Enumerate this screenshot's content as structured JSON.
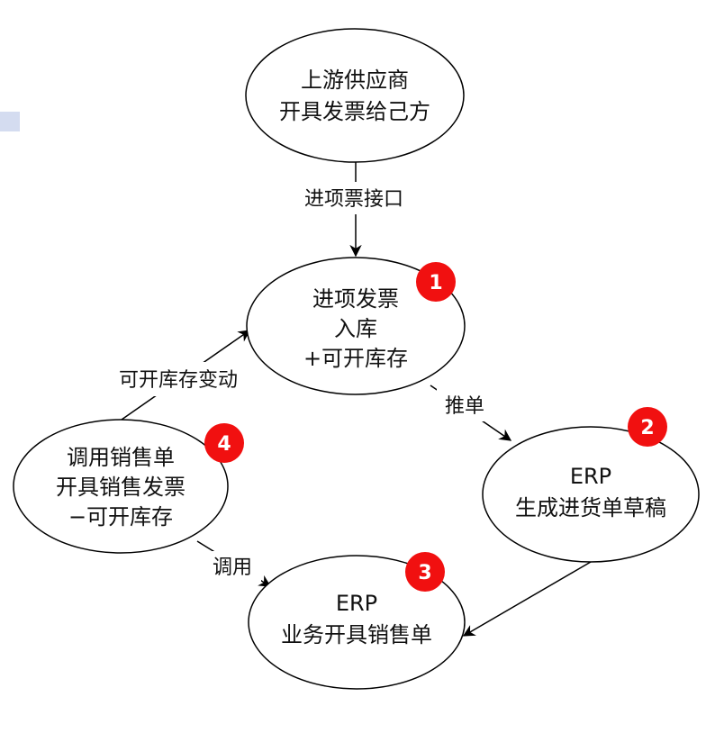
{
  "colors": {
    "stroke": "#000000",
    "node_fill": "#ffffff",
    "badge": "#f11010",
    "badge_text": "#ffffff",
    "text": "#111111"
  },
  "nodes": {
    "supplier": {
      "lines": [
        "上游供应商",
        "开具发票给己方"
      ]
    },
    "inbound": {
      "lines": [
        "进项发票",
        "入库",
        "+可开库存"
      ]
    },
    "erp_draft": {
      "lines": [
        "ERP",
        "生成进货单草稿"
      ]
    },
    "erp_sales": {
      "lines": [
        "ERP",
        "业务开具销售单"
      ]
    },
    "sales_invoice": {
      "lines": [
        "调用销售单",
        "开具销售发票",
        "−可开库存"
      ]
    }
  },
  "badges": {
    "b1": "1",
    "b2": "2",
    "b3": "3",
    "b4": "4"
  },
  "edges": {
    "supplier_to_inbound": "进项票接口",
    "inbound_to_draft": "推单",
    "draft_to_sales": "",
    "invoice_to_sales": "调用",
    "invoice_to_inbound": "可开库存变动"
  }
}
